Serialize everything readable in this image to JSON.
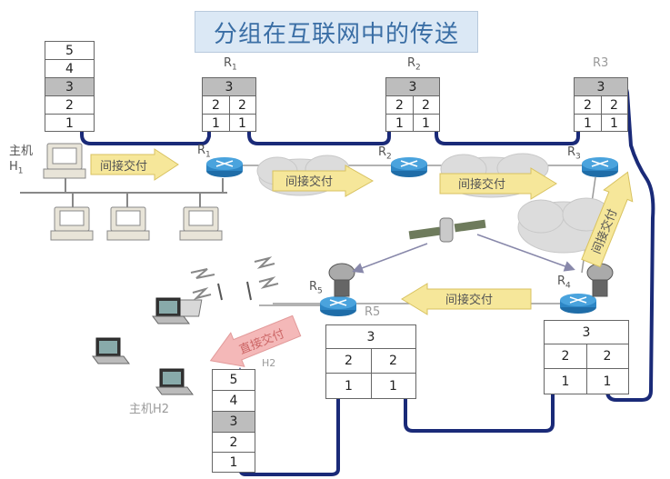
{
  "title": "分组在互联网中的传送",
  "host1": {
    "label_line1": "主机",
    "label_line2": "H",
    "label_sub": "1"
  },
  "host2": {
    "label": "主机H2",
    "stack_label": "H2"
  },
  "router_labels": {
    "top": [
      {
        "text": "R",
        "sub": "1"
      },
      {
        "text": "R",
        "sub": "2"
      },
      {
        "text": "R3"
      }
    ],
    "mid": [
      {
        "text": "R",
        "sub": "1"
      },
      {
        "text": "R",
        "sub": "2"
      },
      {
        "text": "R",
        "sub": "3"
      },
      {
        "text": "R",
        "sub": "4"
      },
      {
        "text": "R",
        "sub": "5"
      }
    ],
    "r5_label": "R5"
  },
  "host_stack": [
    "5",
    "4",
    "3",
    "2",
    "1"
  ],
  "router_stack": {
    "top": "3",
    "mid": [
      "2",
      "2"
    ],
    "bot": [
      "1",
      "1"
    ]
  },
  "arrows": {
    "indirect": "间接交付",
    "direct": "直接交付"
  },
  "colors": {
    "path": "#1a2a78",
    "title_bg": "#dbe8f5",
    "title_text": "#3a6ea5",
    "arrow_fill": "#f6e79a",
    "router": "#2d86c5",
    "direct_arrow": "#f4b8b8"
  }
}
